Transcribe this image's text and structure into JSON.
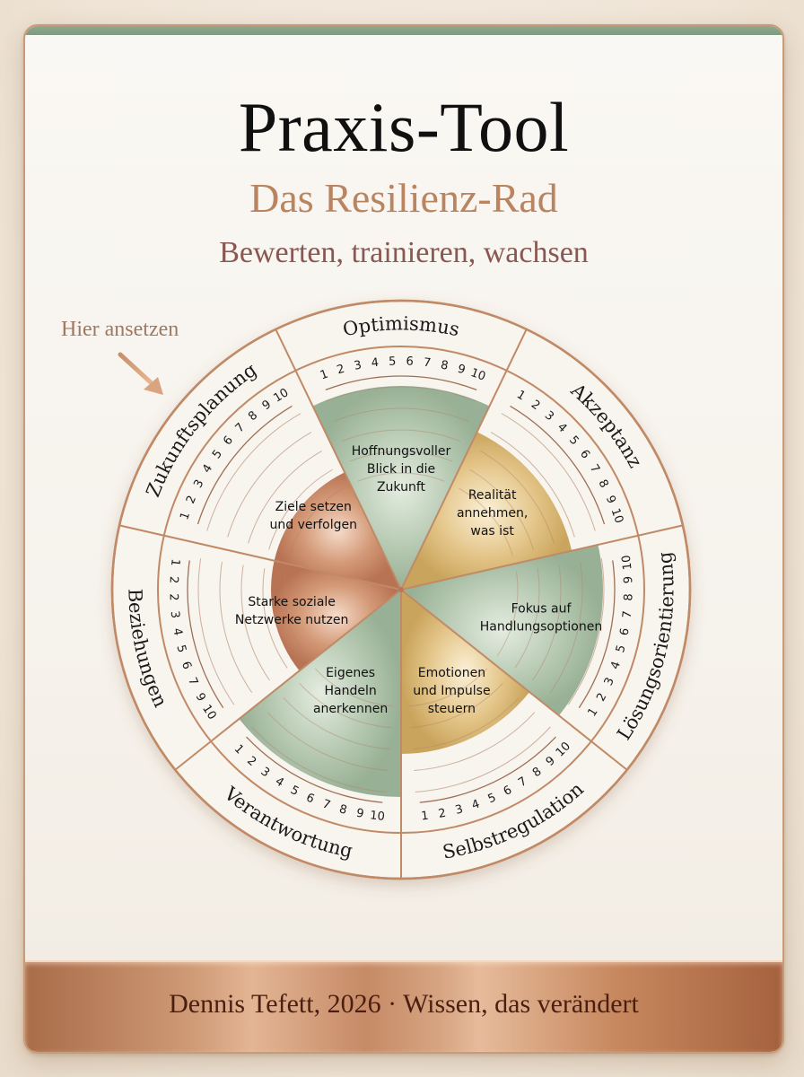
{
  "header": {
    "title": "Praxis-Tool",
    "subtitle": "Das Resilienz-Rad",
    "tagline": "Bewerten, trainieren, wachsen"
  },
  "hint": {
    "label": "Hier ansetzen",
    "icon": "arrow-down-right-icon"
  },
  "wheel": {
    "scale_min": 1,
    "scale_max": 10,
    "sectors": [
      {
        "name": "Optimismus",
        "description": "Hoffnungsvoller Blick in die Zukunft",
        "lines": [
          "Hoffnungsvoller",
          "Blick in die",
          "Zukunft"
        ],
        "fill": "sage",
        "scale": [
          "1",
          "2",
          "3",
          "4",
          "5",
          "6",
          "7",
          "8",
          "9",
          "10"
        ]
      },
      {
        "name": "Akzeptanz",
        "description": "Realität annehmen, was ist",
        "lines": [
          "Realität",
          "annehmen,",
          "was ist"
        ],
        "fill": "gold",
        "scale": [
          "1",
          "2",
          "3",
          "4",
          "5",
          "6",
          "7",
          "8",
          "9",
          "10"
        ]
      },
      {
        "name": "Lösungsorientierung",
        "description": "Fokus auf Handlungsoptionen",
        "lines": [
          "Fokus auf",
          "Handlungsoptionen"
        ],
        "fill": "sage",
        "scale": [
          "1",
          "2",
          "3",
          "4",
          "5",
          "6",
          "7",
          "8",
          "9",
          "10"
        ]
      },
      {
        "name": "Selbstregulation",
        "description": "Emotionen und Impulse steuern",
        "lines": [
          "Emotionen",
          "und Impulse",
          "steuern"
        ],
        "fill": "gold",
        "scale": [
          "1",
          "2",
          "3",
          "4",
          "5",
          "6",
          "7",
          "8",
          "9",
          "10"
        ]
      },
      {
        "name": "Verantwortung",
        "description": "Eigenes Handeln anerkennen",
        "lines": [
          "Eigenes",
          "Handeln",
          "anerkennen"
        ],
        "fill": "sage",
        "scale": [
          "1",
          "2",
          "3",
          "4",
          "5",
          "6",
          "7",
          "8",
          "9",
          "10"
        ]
      },
      {
        "name": "Beziehungen",
        "description": "Starke soziale Netzwerke nutzen",
        "lines": [
          "Starke soziale",
          "Netzwerke nutzen"
        ],
        "fill": "copper",
        "scale": [
          "1",
          "2",
          "2",
          "3",
          "4",
          "5",
          "6",
          "7",
          "9",
          "10"
        ]
      },
      {
        "name": "Zukunftsplanung",
        "description": "Ziele setzen und verfolgen",
        "lines": [
          "Ziele setzen",
          "und verfolgen"
        ],
        "fill": "copper",
        "scale": [
          "1",
          "2",
          "3",
          "4",
          "5",
          "6",
          "7",
          "8",
          "9",
          "10"
        ]
      }
    ]
  },
  "colors": {
    "sage": "#a9bfa6",
    "gold": "#dcb878",
    "copper": "#c98a68",
    "ring": "#c08a66",
    "topband": "#839d84",
    "footer": "#c48a66"
  },
  "footer": {
    "text": "Dennis Tefett, 2026 · Wissen, das verändert"
  }
}
